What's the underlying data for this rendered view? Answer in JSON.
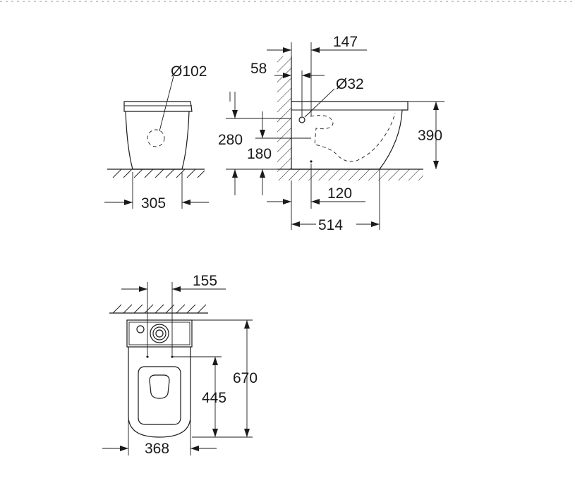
{
  "side_view": {
    "outlet_diameter": "Ø102",
    "width": "305"
  },
  "front_view": {
    "dim_147": "147",
    "dim_58": "58",
    "pipe_diameter": "Ø32",
    "dim_280": "280",
    "dim_180": "180",
    "dim_390": "390",
    "dim_120": "120",
    "dim_514": "514"
  },
  "top_view": {
    "dim_155": "155",
    "dim_670": "670",
    "dim_445": "445",
    "dim_368": "368"
  }
}
